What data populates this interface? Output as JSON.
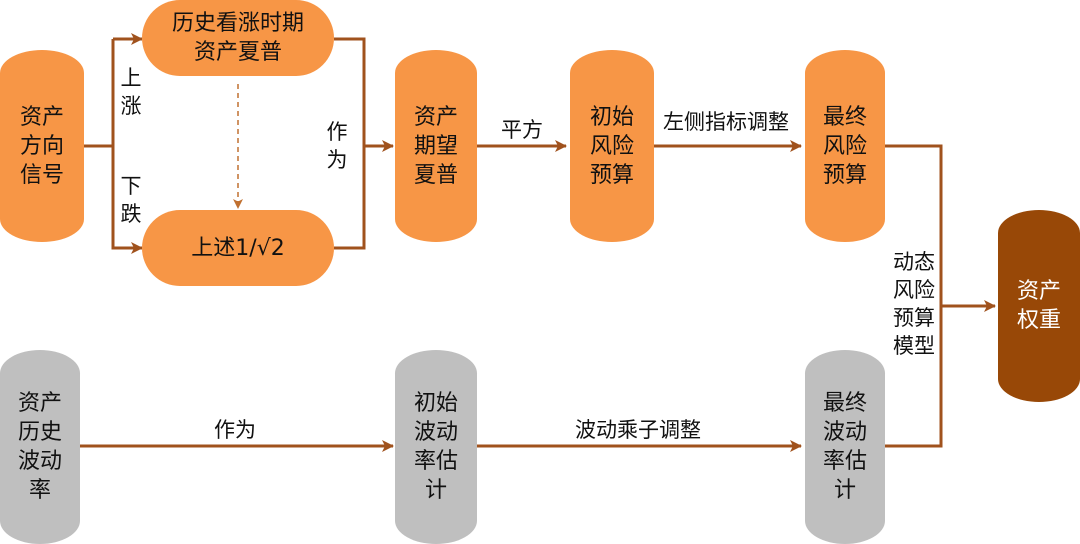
{
  "nodes": {
    "direction_signal": "资产\n方向\n信号",
    "up_sharpe": "历史看涨时期\n资产夏普",
    "down_sharpe": "上述1/√2",
    "expected_sharpe": "资产\n期望\n夏普",
    "initial_risk_budget": "初始\n风险\n预算",
    "final_risk_budget": "最终\n风险\n预算",
    "asset_weight": "资产\n权重",
    "historical_vol": "资产\n历史\n波动\n率",
    "initial_vol_est": "初始\n波动\n率估\n计",
    "final_vol_est": "最终\n波动\n率估\n计"
  },
  "labels": {
    "up": "上涨",
    "down": "下跌",
    "as_1": "作为",
    "square": "平方",
    "left_indicator_adjust": "左侧指标调整",
    "dynamic_risk_model": "动态\n风险\n预算\n模型",
    "as_2": "作为",
    "vol_multiplier_adjust": "波动乘子调整"
  },
  "colors": {
    "orange": "#f79646",
    "gray": "#bfbfbf",
    "dark_brown": "#984807",
    "arrow": "#a0521d",
    "dashed": "#c07030"
  }
}
